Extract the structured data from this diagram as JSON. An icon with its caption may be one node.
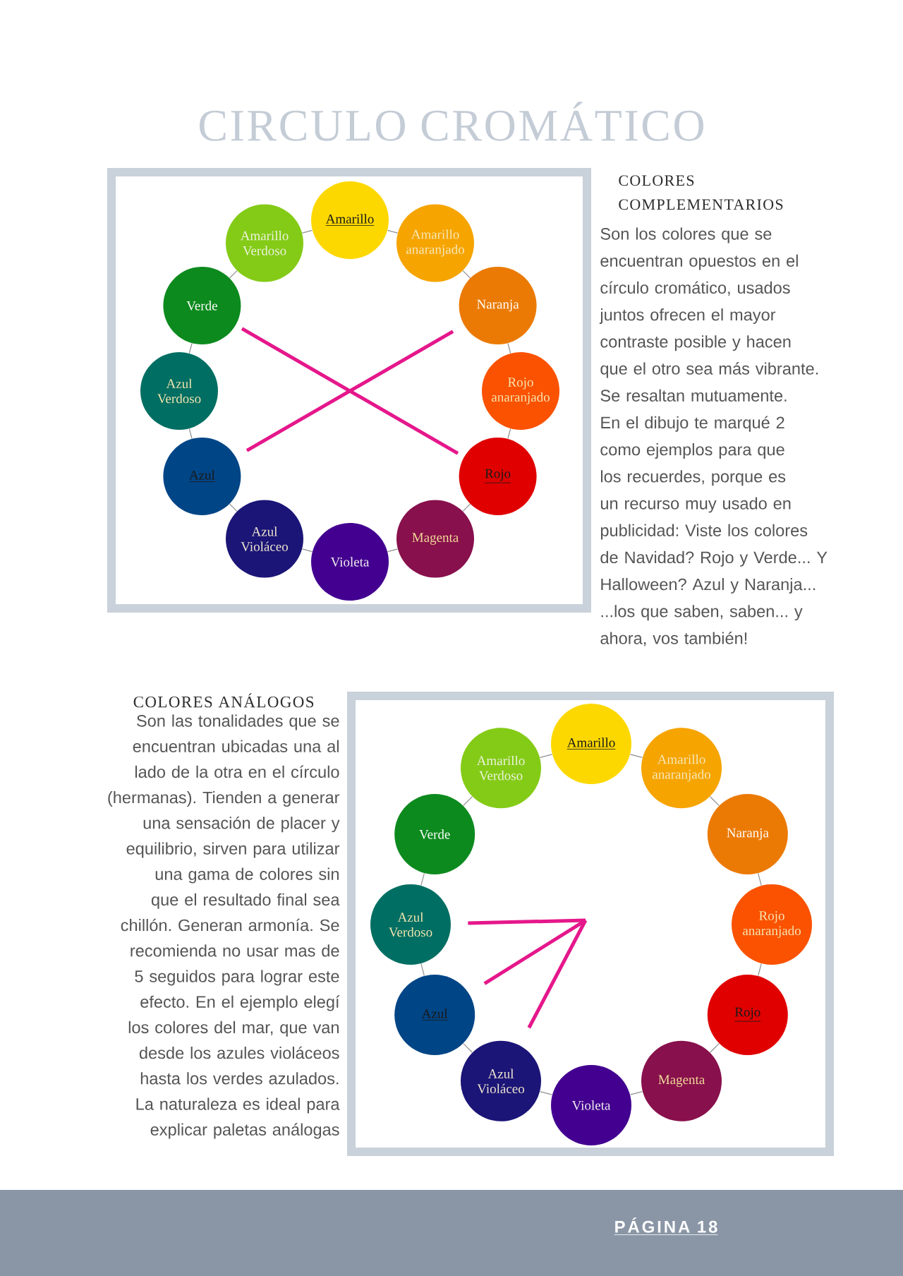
{
  "diagram": {
    "title": "CIRCULO CROMÁTICO",
    "nodes": [
      {
        "text": [],
        "shape": "box"
      },
      {
        "text": [
          "Amarillo"
        ],
        "in": 0
      },
      {
        "text": [
          "Amarillo anaranjado"
        ],
        "in": 0
      },
      {
        "text": [
          "Naranja"
        ],
        "in": 0
      },
      {
        "text": [
          "Rojo anaranjado"
        ],
        "in": 0
      },
      {
        "text": [
          "Rojo"
        ],
        "in": 0
      },
      {
        "text": [
          "Magenta"
        ],
        "in": 0
      },
      {
        "text": [
          "Violeta"
        ],
        "in": 0
      },
      {
        "text": [
          "Azul Violáceo"
        ],
        "in": 0
      },
      {
        "text": [
          "Azul"
        ],
        "in": 0
      },
      {
        "text": [
          "Azul Verdoso"
        ],
        "in": 0
      },
      {
        "text": [
          "Verde"
        ],
        "in": 0
      },
      {
        "text": [
          "Amarillo Verdoso"
        ],
        "in": 0
      },
      {
        "text": [],
        "shape": "box"
      },
      {
        "text": [
          "Amarillo"
        ],
        "in": 13
      },
      {
        "text": [
          "Amarillo anaranjado"
        ],
        "in": 13
      },
      {
        "text": [
          "Naranja"
        ],
        "in": 13
      },
      {
        "text": [
          "Rojo anaranjado"
        ],
        "in": 13
      },
      {
        "text": [
          "Rojo"
        ],
        "in": 13
      },
      {
        "text": [
          "Magenta"
        ],
        "in": 13
      },
      {
        "text": [
          "Violeta"
        ],
        "in": 13
      },
      {
        "text": [
          "Azul Violáceo"
        ],
        "in": 13
      },
      {
        "text": [
          "Azul"
        ],
        "in": 13
      },
      {
        "text": [
          "Azul Verdoso"
        ],
        "in": 13
      },
      {
        "text": [
          "Verde"
        ],
        "in": 13
      },
      {
        "text": [
          "Amarillo Verdoso"
        ],
        "in": 13
      }
    ],
    "edges": [
      {
        "from": 1,
        "to": 2,
        "arrow": "none"
      },
      {
        "from": 2,
        "to": 3,
        "arrow": "none"
      },
      {
        "from": 3,
        "to": 4,
        "arrow": "none"
      },
      {
        "from": 4,
        "to": 5,
        "arrow": "none"
      },
      {
        "from": 5,
        "to": 6,
        "arrow": "none"
      },
      {
        "from": 6,
        "to": 7,
        "arrow": "none"
      },
      {
        "from": 7,
        "to": 8,
        "arrow": "none"
      },
      {
        "from": 8,
        "to": 9,
        "arrow": "none"
      },
      {
        "from": 9,
        "to": 10,
        "arrow": "none"
      },
      {
        "from": 10,
        "to": 11,
        "arrow": "none"
      },
      {
        "from": 11,
        "to": 12,
        "arrow": "none"
      },
      {
        "from": 12,
        "to": 1,
        "arrow": "none"
      },
      {
        "from": 11,
        "to": 5,
        "arrow": "none",
        "style": "thick",
        "color": "#e5178b"
      },
      {
        "from": 3,
        "to": 9,
        "arrow": "none",
        "style": "thick",
        "color": "#e5178b"
      },
      {
        "from": 14,
        "to": 15,
        "arrow": "none"
      },
      {
        "from": 15,
        "to": 16,
        "arrow": "none"
      },
      {
        "from": 16,
        "to": 17,
        "arrow": "none"
      },
      {
        "from": 17,
        "to": 18,
        "arrow": "none"
      },
      {
        "from": 18,
        "to": 19,
        "arrow": "none"
      },
      {
        "from": 19,
        "to": 20,
        "arrow": "none"
      },
      {
        "from": 20,
        "to": 21,
        "arrow": "none"
      },
      {
        "from": 21,
        "to": 22,
        "arrow": "none"
      },
      {
        "from": 22,
        "to": 23,
        "arrow": "none"
      },
      {
        "from": 23,
        "to": 24,
        "arrow": "none"
      },
      {
        "from": 24,
        "to": 25,
        "arrow": "none"
      },
      {
        "from": 25,
        "to": 14,
        "arrow": "none"
      },
      {
        "from": 23,
        "to": null,
        "arrow": "none",
        "style": "thick",
        "color": "#e5178b"
      },
      {
        "from": 22,
        "to": null,
        "arrow": "none",
        "style": "thick",
        "color": "#e5178b"
      },
      {
        "from": 21,
        "to": null,
        "arrow": "none",
        "style": "thick",
        "color": "#e5178b"
      }
    ],
    "labels": [
      "COLORES COMPLEMENTARIOS",
      "Son los colores que se encuentran opuestos en el círculo cromático, usados juntos ofrecen el mayor contraste posible y hacen que el otro sea más vibrante. Se resaltan mutuamente. En el dibujo te marqué 2 como ejemplos para que los recuerdes, porque es un recurso muy usado en publicidad: Viste los colores de Navidad? Rojo y Verde... Y Halloween? Azul y Naranja... ...los que saben, saben... y ahora, vos también!",
      "COLORES ANÁLOGOS",
      "Son las tonalidades que se encuentran ubicadas una al lado de la otra en el círculo (hermanas). Tienden a generar una sensación de placer y equilibrio, sirven para utilizar una gama de colores sin que el resultado final sea chillón. Generan armonía. Se recomienda no usar mas de 5 seguidos para lograr este efecto. En el ejemplo elegí los colores del mar, que van desde los azules violáceos hasta los verdes azulados. La naturaleza es ideal para explicar paletas análogas",
      "PÁGINA 18"
    ]
  }
}
